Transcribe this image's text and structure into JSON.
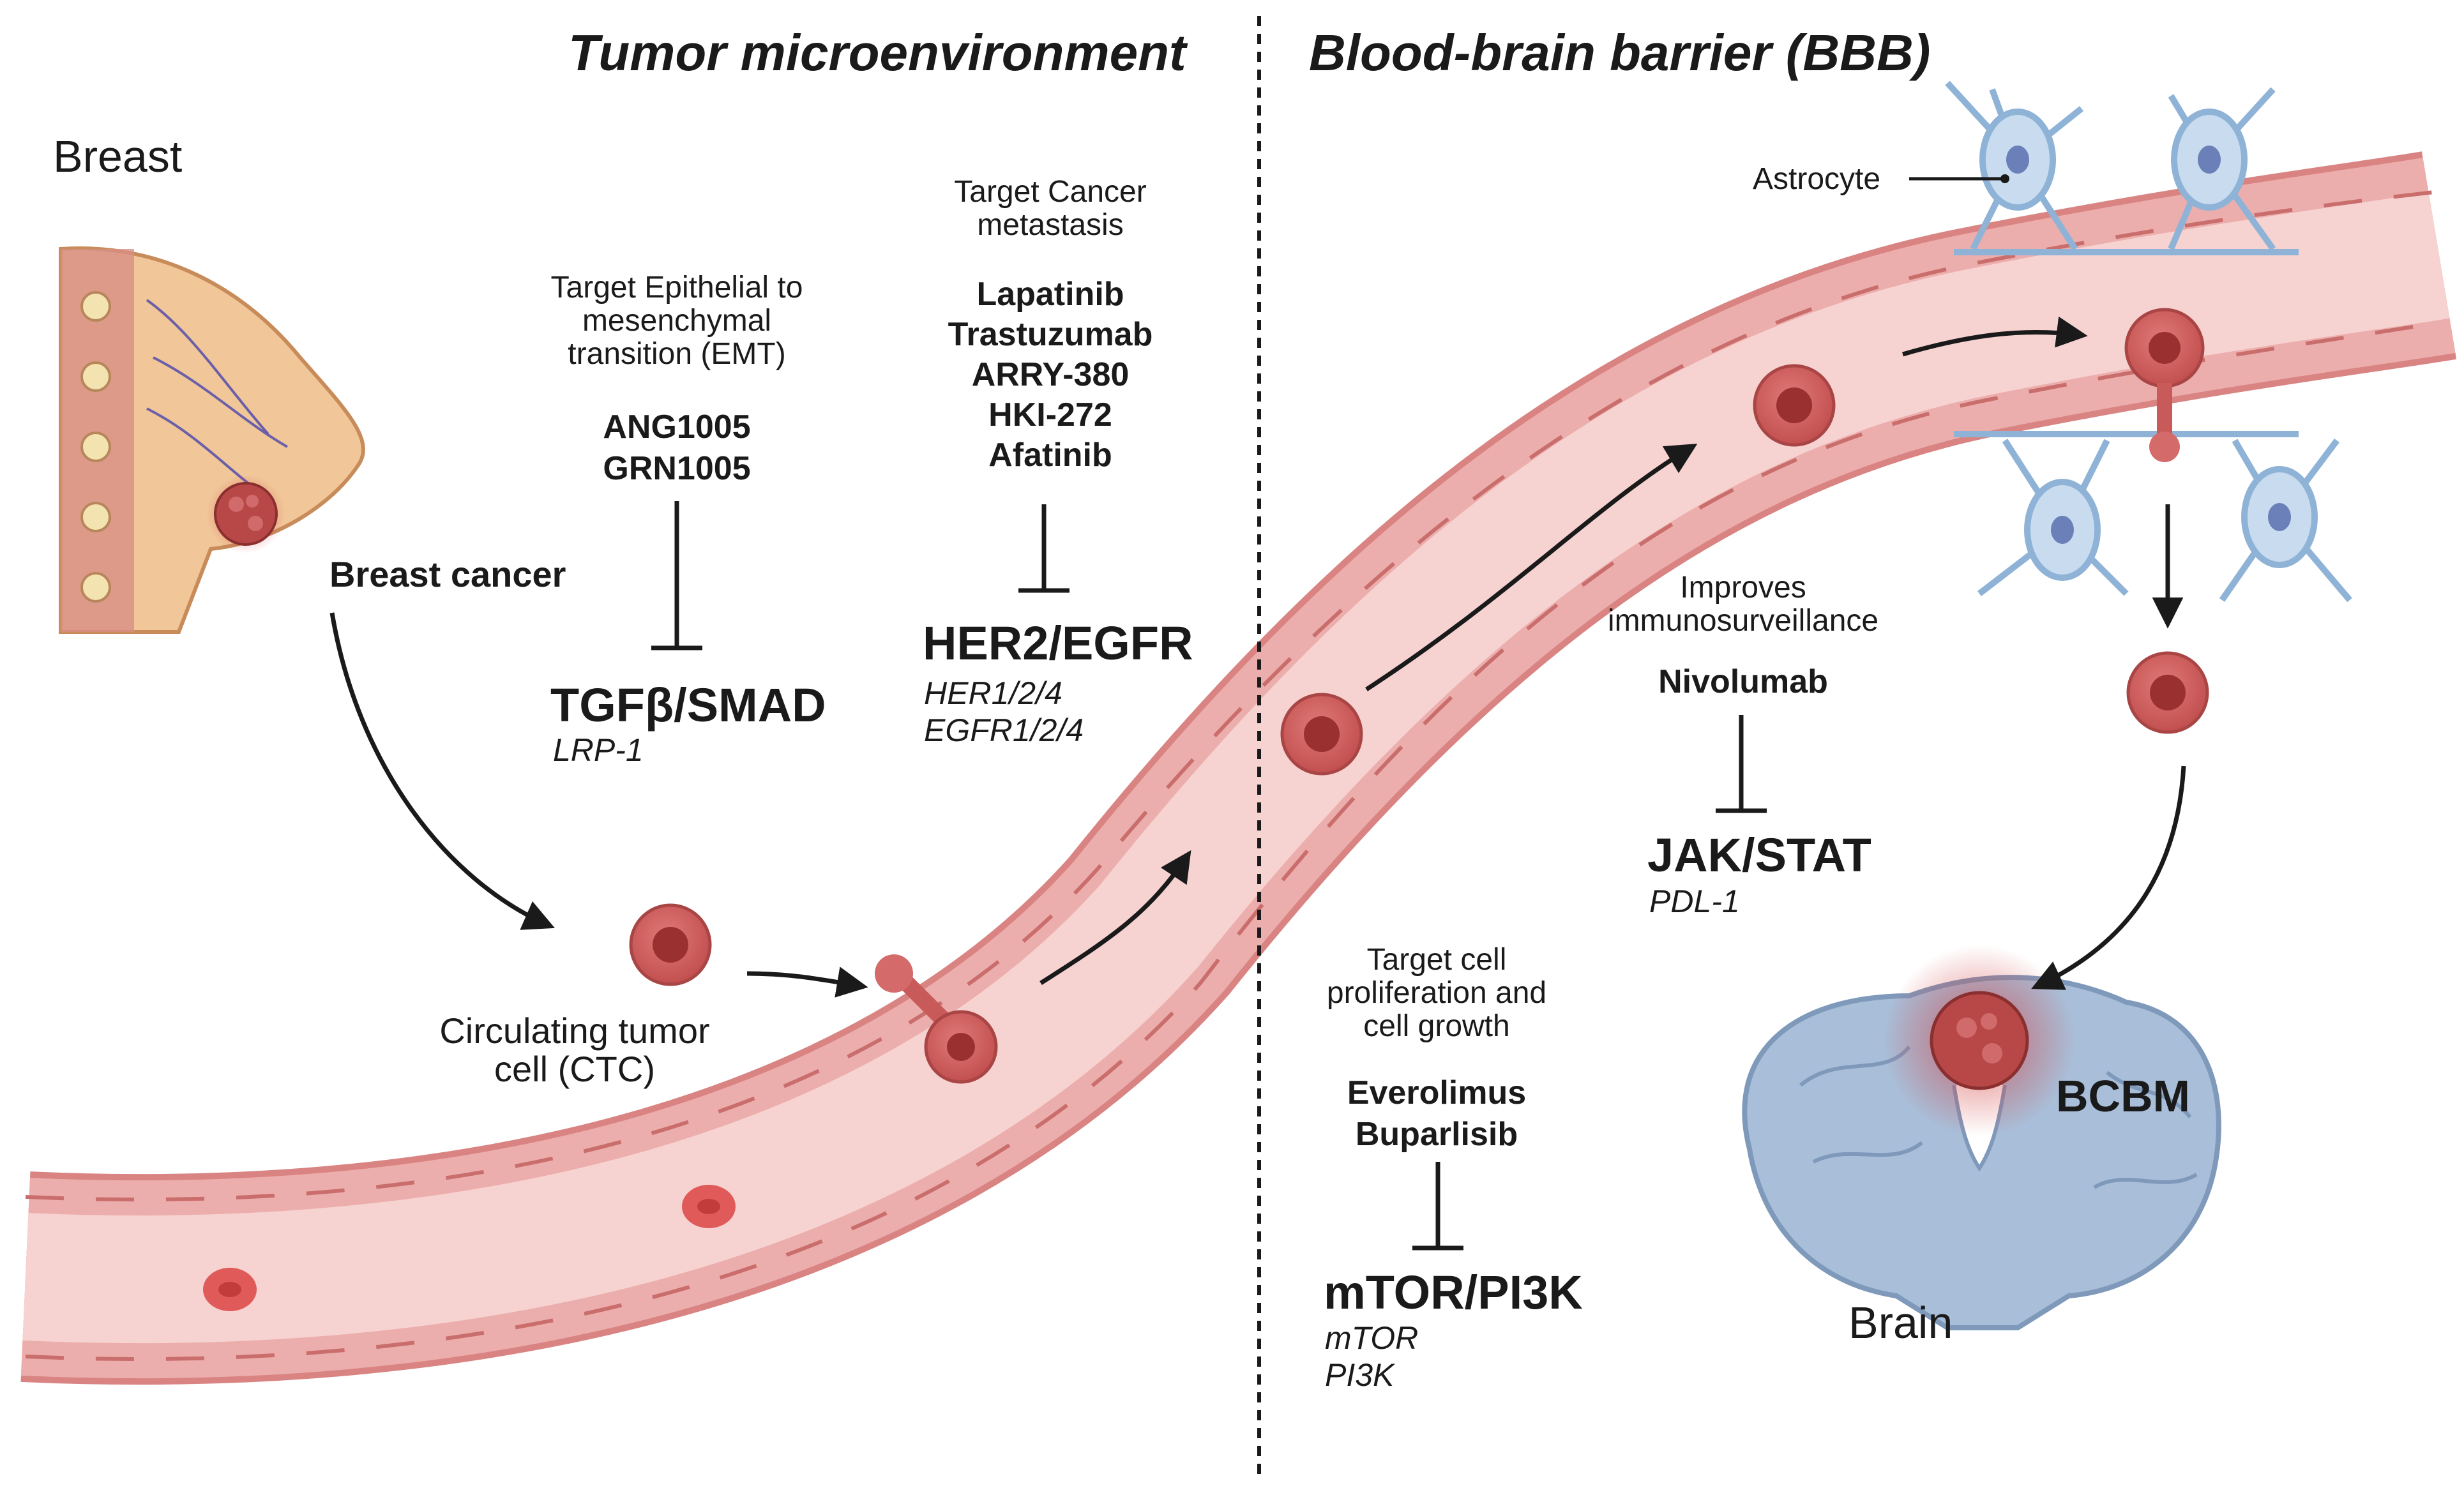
{
  "sections": {
    "tumor": "Tumor microenvironment",
    "bbb": "Blood-brain barrier (BBB)"
  },
  "labels": {
    "breast": "Breast",
    "breast_cancer": "Breast cancer",
    "ctc": [
      "Circulating tumor",
      "cell (CTC)"
    ],
    "astrocyte": "Astrocyte",
    "brain": "Brain",
    "bcbm": "BCBM"
  },
  "emt": {
    "target": [
      "Target Epithelial to",
      "mesenchymal",
      "transition (EMT)"
    ],
    "drugs": [
      "ANG1005",
      "GRN1005"
    ],
    "pathway": "TGFβ/SMAD",
    "genes": [
      "LRP-1"
    ]
  },
  "metastasis": {
    "target": [
      "Target Cancer",
      "metastasis"
    ],
    "drugs": [
      "Lapatinib",
      "Trastuzumab",
      "ARRY-380",
      "HKI-272",
      "Afatinib"
    ],
    "pathway": "HER2/EGFR",
    "genes": [
      "HER1/2/4",
      "EGFR1/2/4"
    ]
  },
  "immuno": {
    "target": [
      "Improves",
      "immunosurveillance"
    ],
    "drugs": [
      "Nivolumab"
    ],
    "pathway": "JAK/STAT",
    "genes": [
      "PDL-1"
    ]
  },
  "proliferation": {
    "target": [
      "Target cell",
      "proliferation and",
      "cell growth"
    ],
    "drugs": [
      "Everolimus",
      "Buparlisib"
    ],
    "pathway": "mTOR/PI3K",
    "genes": [
      "mTOR",
      "PI3K"
    ]
  },
  "colors": {
    "vessel_fill": "#f4c6c4",
    "vessel_wall": "#e39a98",
    "vessel_outline": "#d98482",
    "tumor_cell": "#c95a5a",
    "tumor_nucleus": "#9a3030",
    "astrocyte": "#c9dcef",
    "astrocyte_outline": "#8fb3d6",
    "brain": "#a9bed8",
    "brain_outline": "#7f99bb",
    "bcbm_glow": "#d23b3b"
  }
}
